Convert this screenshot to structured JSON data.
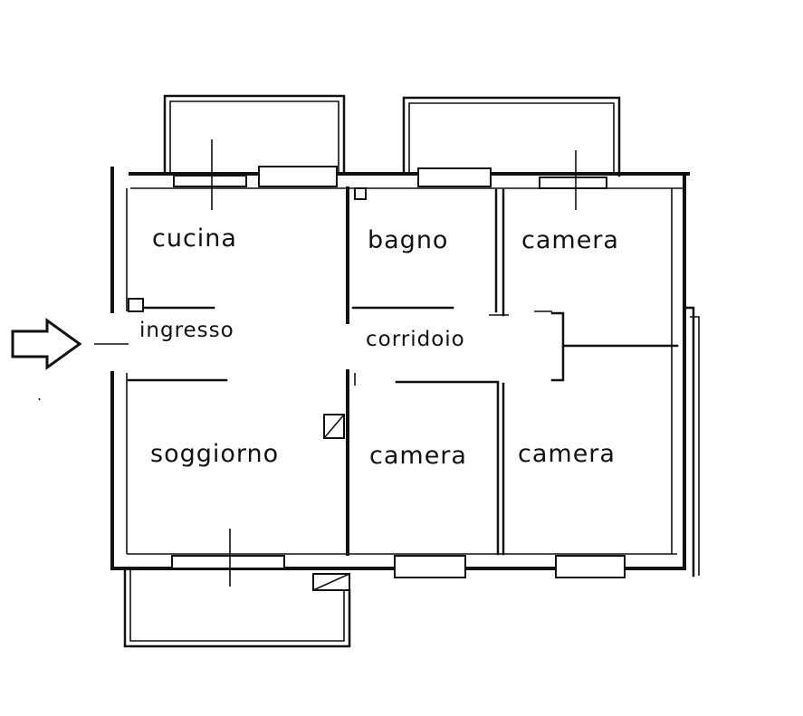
{
  "rooms": {
    "cucina": "cucina",
    "bagno": "bagno",
    "camera_top_right": "camera",
    "ingresso": "ingresso",
    "corridoio": "corridoio",
    "soggiorno": "soggiorno",
    "camera_bottom_middle": "camera",
    "camera_bottom_right": "camera"
  },
  "entry_arrow_icon": "right-arrow-outline-icon",
  "colors": {
    "ink": "#111111",
    "paper": "#ffffff"
  }
}
